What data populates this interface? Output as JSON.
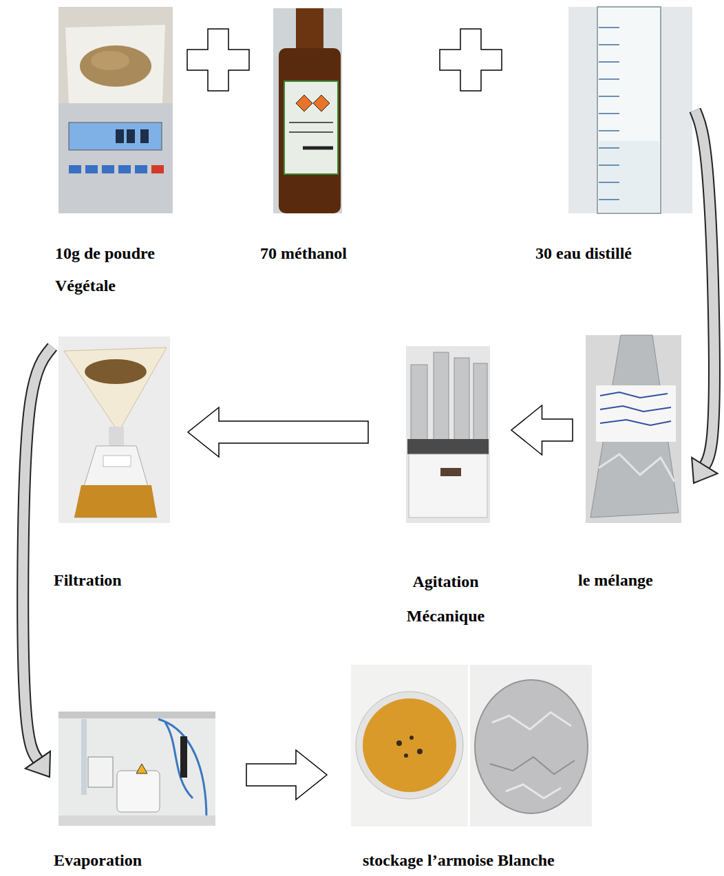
{
  "diagram": {
    "nodes": [
      {
        "text": [
          "10g de poudre Végétale"
        ]
      },
      {
        "text": [
          "70 méthanol"
        ]
      },
      {
        "text": [
          "30 eau distillé"
        ]
      },
      {
        "text": [
          "le mélange"
        ]
      },
      {
        "text": [
          "Agitation Mécanique"
        ]
      },
      {
        "text": [
          "Filtration"
        ]
      },
      {
        "text": [
          "Evaporation"
        ]
      },
      {
        "text": [
          "stockage l’armoise Blanche"
        ]
      }
    ],
    "edges": [
      {
        "from": 2,
        "to": 3,
        "arrow": "to"
      },
      {
        "from": 3,
        "to": 4,
        "arrow": "to"
      },
      {
        "from": 4,
        "to": 5,
        "arrow": "to"
      },
      {
        "from": 5,
        "to": 6,
        "arrow": "to"
      },
      {
        "from": 6,
        "to": 7,
        "arrow": "to"
      }
    ]
  }
}
